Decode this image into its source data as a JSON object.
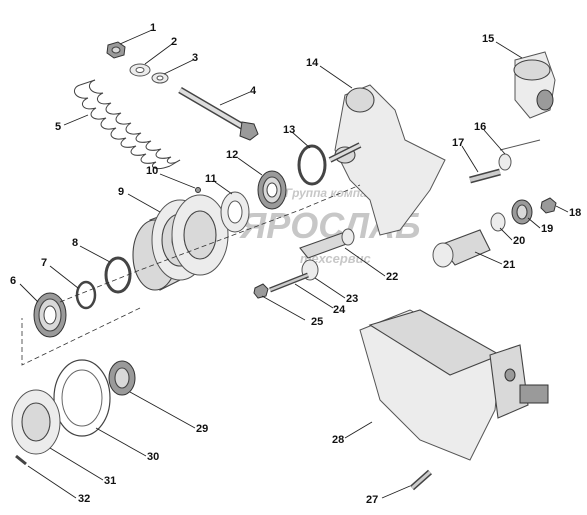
{
  "watermark": {
    "line1": "Группа компаний",
    "line2": "ЯРОСЛАБ",
    "line3": "техсервис"
  },
  "callouts": [
    "1",
    "2",
    "3",
    "4",
    "5",
    "6",
    "7",
    "8",
    "9",
    "10",
    "11",
    "12",
    "13",
    "14",
    "15",
    "16",
    "17",
    "18",
    "19",
    "20",
    "21",
    "22",
    "23",
    "24",
    "25",
    "27",
    "28",
    "29",
    "30",
    "31",
    "32"
  ]
}
